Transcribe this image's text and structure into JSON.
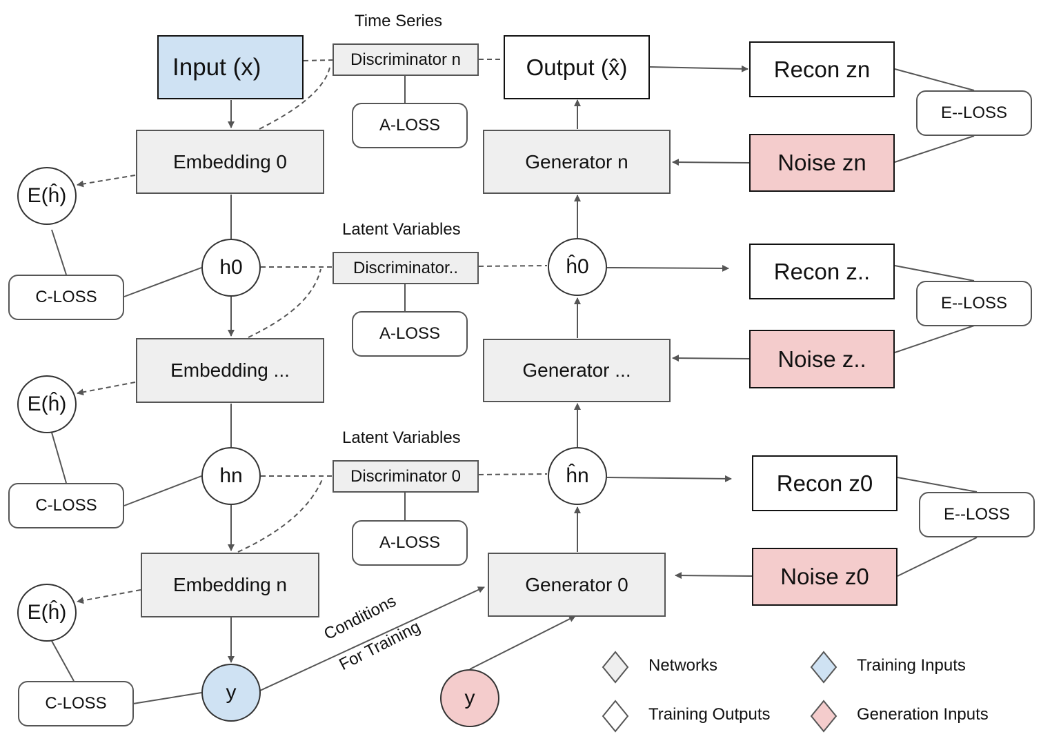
{
  "labels": {
    "time_series": "Time Series",
    "latent_variables_1": "Latent Variables",
    "latent_variables_2": "Latent Variables",
    "conditions": "Conditions",
    "for_training": "For Training"
  },
  "encoder": {
    "input": "Input (x)",
    "embedding_0": "Embedding 0",
    "embedding_mid": "Embedding ...",
    "embedding_n": "Embedding n",
    "h0": "h0",
    "hn": "hn",
    "y_train": "y"
  },
  "discriminators": {
    "disc_n": "Discriminator n",
    "disc_mid": "Discriminator..",
    "disc_0": "Discriminator 0",
    "a_loss_1": "A-LOSS",
    "a_loss_2": "A-LOSS",
    "a_loss_3": "A-LOSS"
  },
  "entropy": {
    "e_h_1": "E(ĥ)",
    "e_h_2": "E(ĥ)",
    "e_h_3": "E(ĥ)",
    "c_loss_1": "C-LOSS",
    "c_loss_2": "C-LOSS",
    "c_loss_3": "C-LOSS"
  },
  "generator": {
    "output": "Output (x̂)",
    "gen_n": "Generator n",
    "gen_mid": "Generator ...",
    "gen_0": "Generator 0",
    "h0_hat": "ĥ0",
    "hn_hat": "ĥn",
    "y_gen": "y"
  },
  "reconstruction": {
    "recon_zn": "Recon zn",
    "recon_mid": "Recon z..",
    "recon_z0": "Recon z0",
    "noise_zn": "Noise zn",
    "noise_mid": "Noise z..",
    "noise_z0": "Noise z0",
    "e_loss_1": "E--LOSS",
    "e_loss_2": "E--LOSS",
    "e_loss_3": "E--LOSS"
  },
  "legend": {
    "networks": "Networks",
    "training_outputs": "Training Outputs",
    "training_inputs": "Training Inputs",
    "generation_inputs": "Generation Inputs"
  },
  "colors": {
    "network_fill": "#efefef",
    "training_input_fill": "#cfe2f3",
    "generation_input_fill": "#f4cccc",
    "output_fill": "#ffffff"
  }
}
